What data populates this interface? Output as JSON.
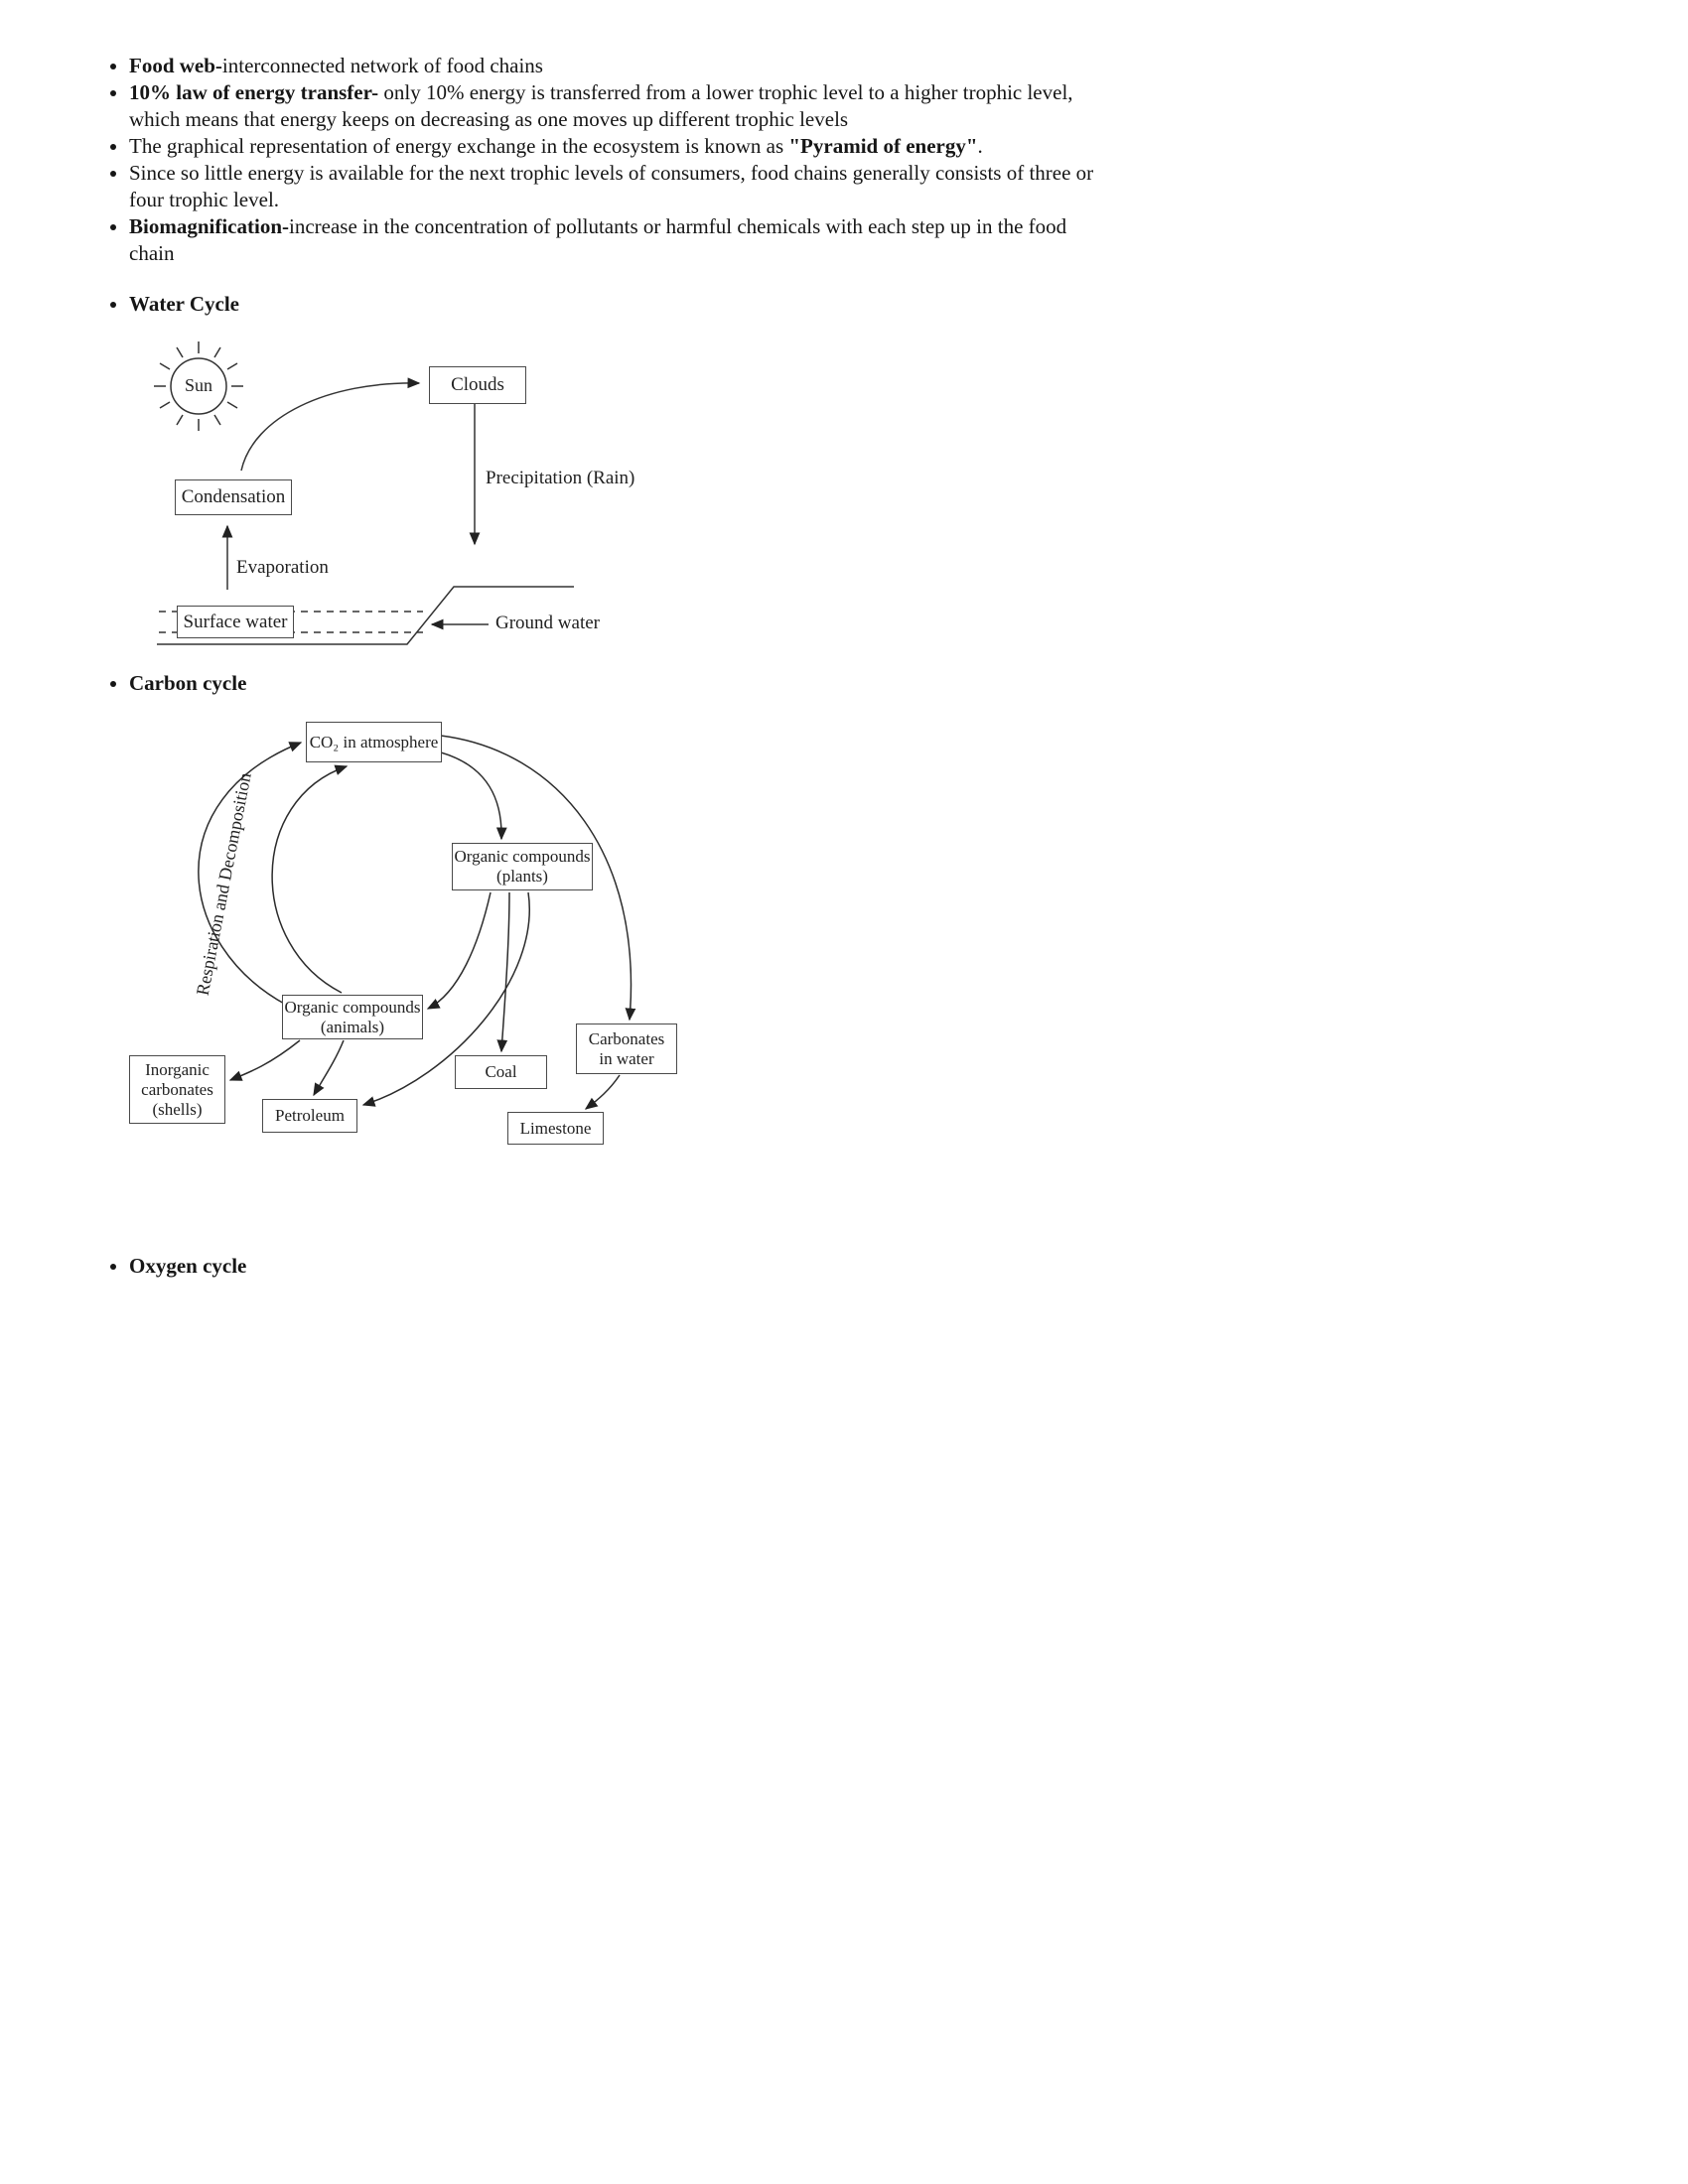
{
  "document": {
    "bullets": [
      {
        "b1": "Food web-",
        "t1": "interconnected network of food chains",
        "b2": "",
        "t2": ""
      },
      {
        "b1": "10% law of energy transfer-",
        "t1": " only 10% energy is transferred from a lower trophic level to a higher trophic level, which means that energy keeps on decreasing as one moves up different trophic levels",
        "b2": "",
        "t2": ""
      },
      {
        "b1": "",
        "t1": "The graphical representation of energy exchange in the ecosystem is known as ",
        "b2": "\"Pyramid of energy\"",
        "t2": "."
      },
      {
        "b1": "",
        "t1": "Since so little energy is available for the next trophic levels of consumers, food chains generally consists of three or four trophic level.",
        "b2": "",
        "t2": ""
      },
      {
        "b1": "Biomagnification-",
        "t1": "increase in the concentration of pollutants or harmful chemicals with each step up in the food chain",
        "b2": "",
        "t2": ""
      }
    ],
    "headings": {
      "water": "Water Cycle",
      "carbon": "Carbon cycle",
      "oxygen": "Oxygen cycle"
    }
  },
  "water_cycle": {
    "sun_label": "Sun",
    "clouds": "Clouds",
    "condensation": "Condensation",
    "precipitation": "Precipitation (Rain)",
    "evaporation": "Evaporation",
    "surface_water": "Surface water",
    "ground_water": "Ground water"
  },
  "carbon_cycle": {
    "co2": "CO₂ in atmosphere",
    "respiration_label": "Respiration and Decomposition",
    "plants_line1": "Organic compounds",
    "plants_line2": "(plants)",
    "animals_line1": "Organic compounds",
    "animals_line2": "(animals)",
    "shells_line1": "Inorganic",
    "shells_line2": "carbonates",
    "shells_line3": "(shells)",
    "petroleum": "Petroleum",
    "coal": "Coal",
    "carbonates_line1": "Carbonates",
    "carbonates_line2": "in water",
    "limestone": "Limestone"
  }
}
